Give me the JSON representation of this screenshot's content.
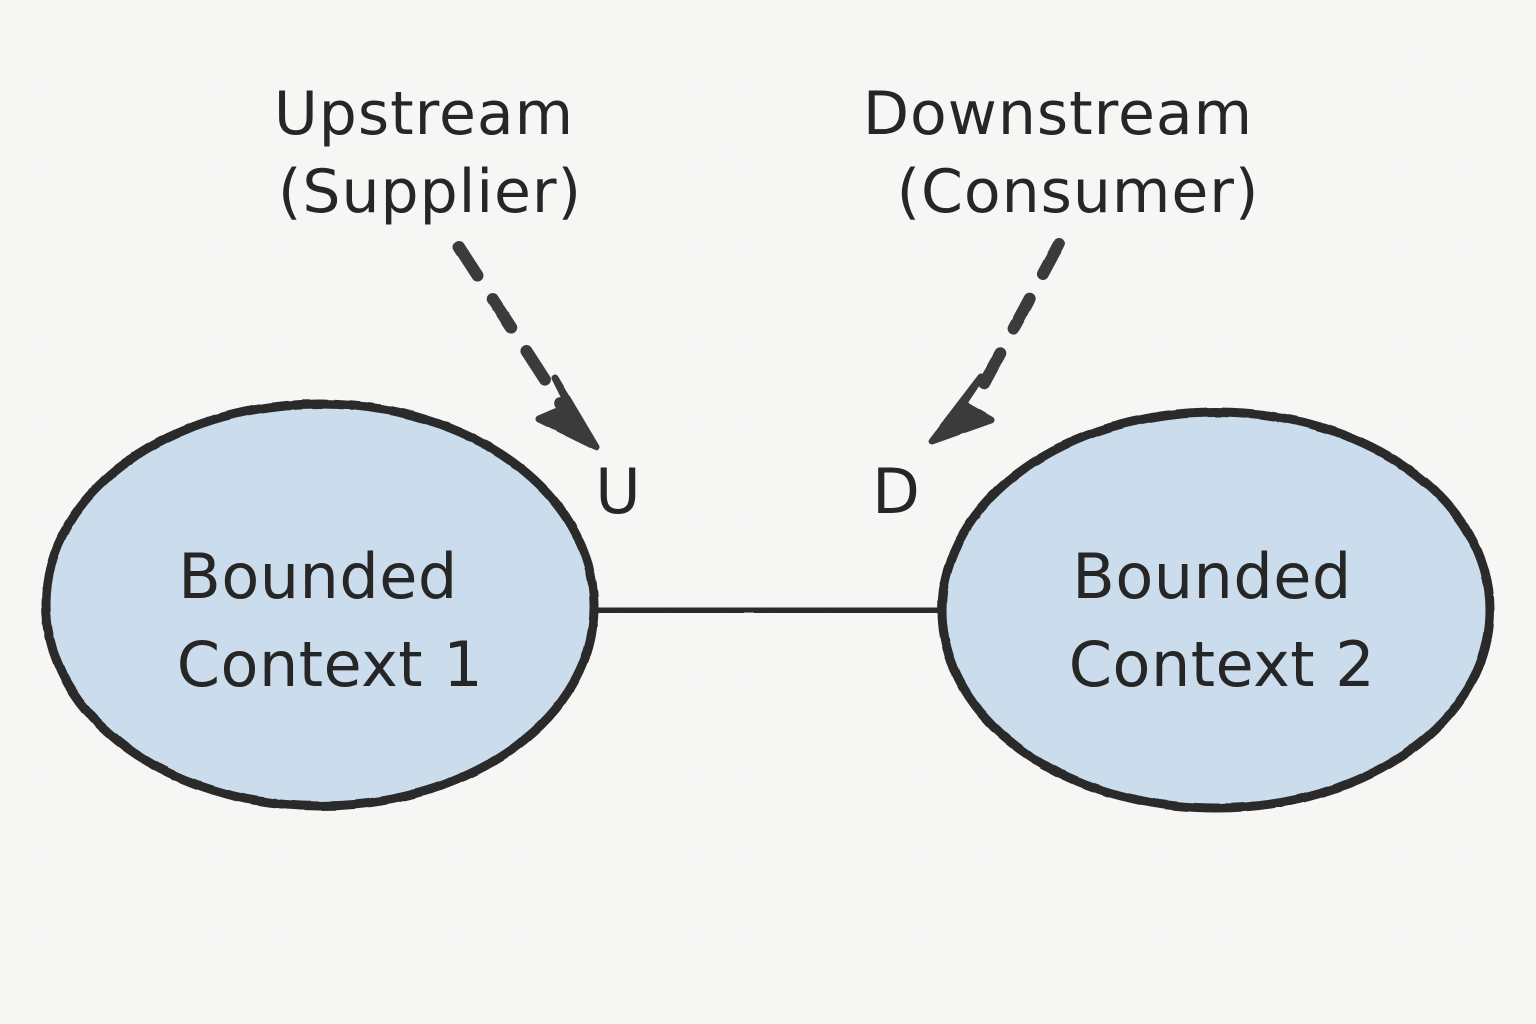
{
  "diagram": {
    "title": "Bounded Context Relationship",
    "style": "hand-drawn sketch on paper",
    "background_color": "#f6f6f5",
    "stroke_color": "#2b2b2b",
    "node_fill_color": "#cbdcec"
  },
  "annotations": [
    {
      "id": "upstream",
      "line1": "Upstream",
      "line2": "(Supplier)",
      "arrow": "dashed-arrow-down-right",
      "points_to": "U"
    },
    {
      "id": "downstream",
      "line1": "Downstream",
      "line2": "(Consumer)",
      "arrow": "dashed-arrow-down-left",
      "points_to": "D"
    }
  ],
  "role_markers": [
    {
      "id": "upstream-marker",
      "letter": "U",
      "meaning": "Upstream"
    },
    {
      "id": "downstream-marker",
      "letter": "D",
      "meaning": "Downstream"
    }
  ],
  "nodes": [
    {
      "id": "bounded-context-1",
      "line1": "Bounded",
      "line2": "Context 1",
      "shape": "ellipse",
      "fill": "#cbdcec",
      "role": "U"
    },
    {
      "id": "bounded-context-2",
      "line1": "Bounded",
      "line2": "Context 2",
      "shape": "ellipse",
      "fill": "#cbdcec",
      "role": "D"
    }
  ],
  "relationship": {
    "id": "context-link",
    "type": "solid-line",
    "from": "bounded-context-1",
    "to": "bounded-context-2",
    "label": ""
  }
}
